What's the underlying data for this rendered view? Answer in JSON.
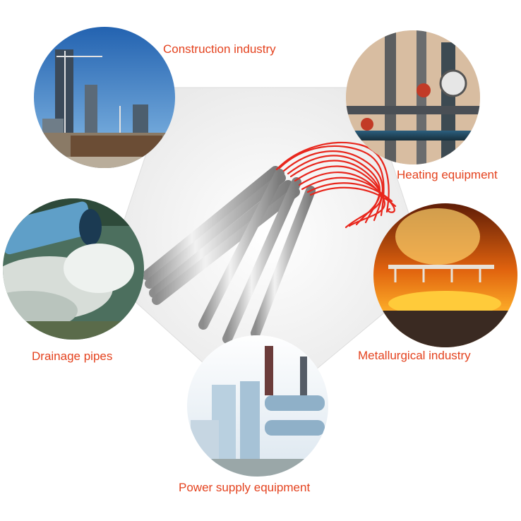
{
  "colors": {
    "label": "#e4421e",
    "pentagon": "#eeeeee",
    "heater_wire": "#e8261c",
    "steel": "#c9c9c9"
  },
  "labels": {
    "construction": "Construction industry",
    "heating": "Heating equipment",
    "drainage": "Drainage pipes",
    "metallurgical": "Metallurgical industry",
    "power": "Power supply equipment"
  },
  "photos": {
    "construction": "construction-site-photo",
    "heating": "boiler-pipes-photo",
    "drainage": "drainage-pipe-photo",
    "metallurgical": "molten-steel-photo",
    "power": "substation-photo",
    "product": "cartridge-heater-rods-photo"
  }
}
